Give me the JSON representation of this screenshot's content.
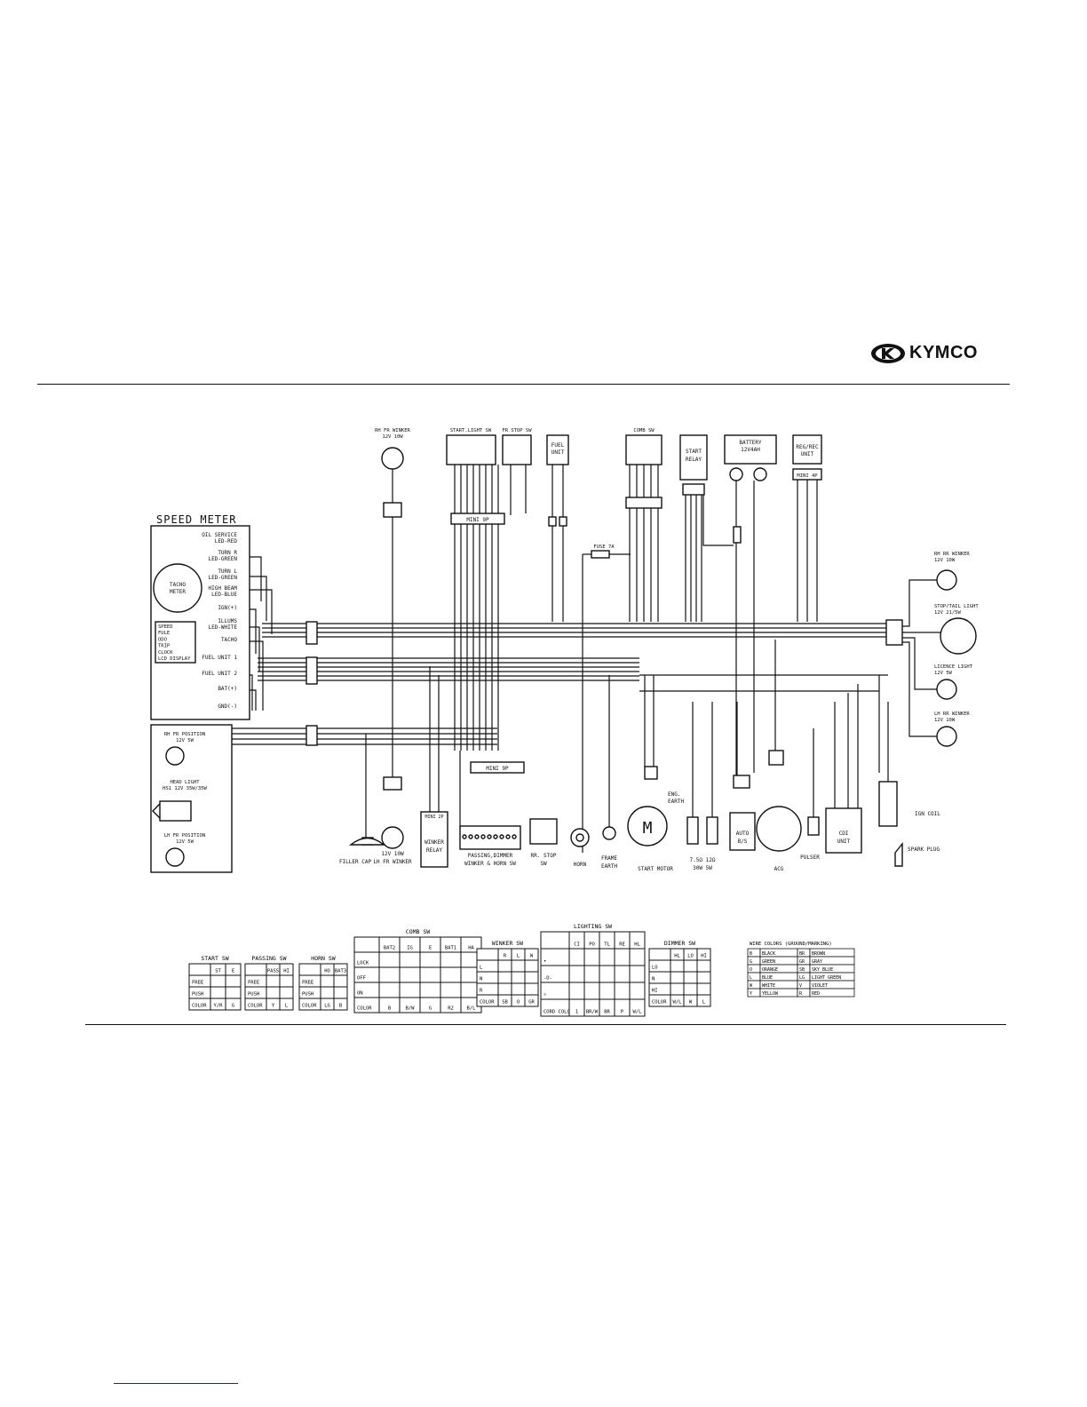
{
  "brand": {
    "name": "KYMCO"
  },
  "meter": {
    "title": "SPEED METER",
    "items": [
      "OIL SERVICE",
      "LED-RED",
      "TURN R",
      "LED-GREEN",
      "TURN L",
      "LED-GREEN",
      "HIGH BEAM",
      "LED-BLUE",
      "IGN(+)",
      "ILLUMS",
      "LED-WHITE",
      "TACHO",
      "FUEL UNIT 1",
      "FUEL UNIT 2",
      "BAT(+)",
      "GND(-)"
    ],
    "tacho": [
      "TACHO",
      "METER"
    ],
    "lcd": [
      "SPEED",
      "FULE",
      "ODO",
      "TRIP",
      "CLOCK",
      "LCD DISPLAY"
    ]
  },
  "front_lights": {
    "rh_pos": [
      "RH FR POSITION",
      "12V 5W"
    ],
    "head": [
      "HEAD LIGHT",
      "HS1 12V 35W/35W"
    ],
    "lh_pos": [
      "LH FR POSITION",
      "12V 5W"
    ]
  },
  "components": {
    "rh_fr_winker": [
      "RH FR WINKER",
      "12V 10W"
    ],
    "lh_fr_winker": [
      "12V 10W",
      "LH FR WINKER"
    ],
    "start_light_sw": "START.LIGHT SW",
    "fr_stop_sw": "FR STOP SW",
    "fuel_unit": [
      "FUEL",
      "UNIT"
    ],
    "comb_sw": "COMB SW",
    "start_relay": [
      "START",
      "RELAY"
    ],
    "battery": [
      "BATTERY",
      "12V4AH"
    ],
    "reg_rec": [
      "REG/REC",
      "UNIT"
    ],
    "mini_9p": "MINI 9P",
    "mini_2p": "MINI 2P",
    "mini_4p": "MINI 4P",
    "fuse": "FUSE 7A",
    "eng_earth": [
      "ENG.",
      "EARTH"
    ],
    "filler_cap": "FILLER CAP",
    "winker_relay": [
      "WINKER",
      "RELAY"
    ],
    "passing_sw": [
      "PASSING,DIMMER",
      "WINKER & HORN SW"
    ],
    "rr_stop_sw": [
      "RR. STOP",
      "SW"
    ],
    "horn": "HORN",
    "frame_earth": [
      "FRAME",
      "EARTH"
    ],
    "start_motor": "START MOTOR",
    "resistor": [
      "7.5Ω  12Ω",
      "30W   5W"
    ],
    "auto_bs": [
      "AUTO",
      "B/S"
    ],
    "acg": "ACG",
    "pulser": "PULSER",
    "cdi": [
      "CDI",
      "UNIT"
    ],
    "ign_coil": "IGN COIL",
    "spark_plug": "SPARK PLUG",
    "rh_rr_winker": [
      "RH RR WINKER",
      "12V 10W"
    ],
    "stop_tail": [
      "STOP/TAIL LIGHT",
      "12V 21/5W"
    ],
    "licence": [
      "LICENCE LIGHT",
      "12V 5W"
    ],
    "lh_rr_winker": [
      "LH RR WINKER",
      "12V 10W"
    ]
  },
  "tables": {
    "start_sw": {
      "title": "START SW",
      "header": [
        "",
        "ST",
        "E"
      ],
      "rows": [
        [
          "FREE",
          "",
          ""
        ],
        [
          "PUSH",
          "",
          ""
        ],
        [
          "COLOR",
          "Y/R",
          "G"
        ]
      ]
    },
    "passing_sw": {
      "title": "PASSING SW",
      "header": [
        "",
        "PASS",
        "HI"
      ],
      "rows": [
        [
          "FREE",
          "",
          ""
        ],
        [
          "PUSH",
          "",
          ""
        ],
        [
          "COLOR",
          "Y",
          "L"
        ]
      ]
    },
    "horn_sw": {
      "title": "HORN SW",
      "header": [
        "",
        "HO",
        "BAT3"
      ],
      "rows": [
        [
          "FREE",
          "",
          ""
        ],
        [
          "PUSH",
          "",
          ""
        ],
        [
          "COLOR",
          "LG",
          "B"
        ]
      ]
    },
    "comb_sw": {
      "title": "COMB SW",
      "header": [
        "",
        "BAT2",
        "IG",
        "E",
        "BAT1",
        "HA"
      ],
      "rows": [
        [
          "LOCK",
          "",
          "",
          "",
          "",
          ""
        ],
        [
          "OFF",
          "",
          "",
          "",
          "",
          ""
        ],
        [
          "ON",
          "",
          "",
          "",
          "",
          ""
        ],
        [
          "COLOR",
          "B",
          "B/W",
          "G",
          "R2",
          "B/L"
        ]
      ]
    },
    "winker_sw": {
      "title": "WINKER SW",
      "header": [
        "",
        "R",
        "L",
        "W"
      ],
      "rows": [
        [
          "L",
          "",
          "",
          ""
        ],
        [
          "N",
          "",
          "",
          ""
        ],
        [
          "R",
          "",
          "",
          ""
        ],
        [
          "COLOR",
          "SB",
          "O",
          "GR"
        ]
      ]
    },
    "lighting_sw": {
      "title": "LIGHTING SW",
      "header": [
        "",
        "CI",
        "PO",
        "TL",
        "RE",
        "HL"
      ],
      "rows": [
        [
          "•",
          "",
          "",
          "",
          "",
          ""
        ],
        [
          "-D-",
          "",
          "",
          "",
          "",
          ""
        ],
        [
          "☼",
          "",
          "",
          "",
          "",
          ""
        ],
        [
          "CORD COLOR",
          "1",
          "BR/W",
          "BR",
          "P",
          "W/L"
        ]
      ]
    },
    "dimmer_sw": {
      "title": "DIMMER SW",
      "header": [
        "",
        "HL",
        "LO",
        "HI"
      ],
      "rows": [
        [
          "LO",
          "",
          "",
          ""
        ],
        [
          "N",
          "",
          "",
          ""
        ],
        [
          "HI",
          "",
          "",
          ""
        ],
        [
          "COLOR",
          "W/L",
          "W",
          "L"
        ]
      ]
    },
    "wire_colors": {
      "title": "WIRE COLORS (GROUND/MARKING)",
      "rows": [
        [
          "B",
          "BLACK",
          "BR",
          "BROWN"
        ],
        [
          "G",
          "GREEN",
          "GR",
          "GRAY"
        ],
        [
          "O",
          "ORANGE",
          "SB",
          "SKY BLUE"
        ],
        [
          "L",
          "BLUE",
          "LG",
          "LIGHT GREEN"
        ],
        [
          "W",
          "WHITE",
          "V",
          "VIOLET"
        ],
        [
          "Y",
          "YELLOW",
          "R",
          "RED"
        ]
      ]
    }
  }
}
